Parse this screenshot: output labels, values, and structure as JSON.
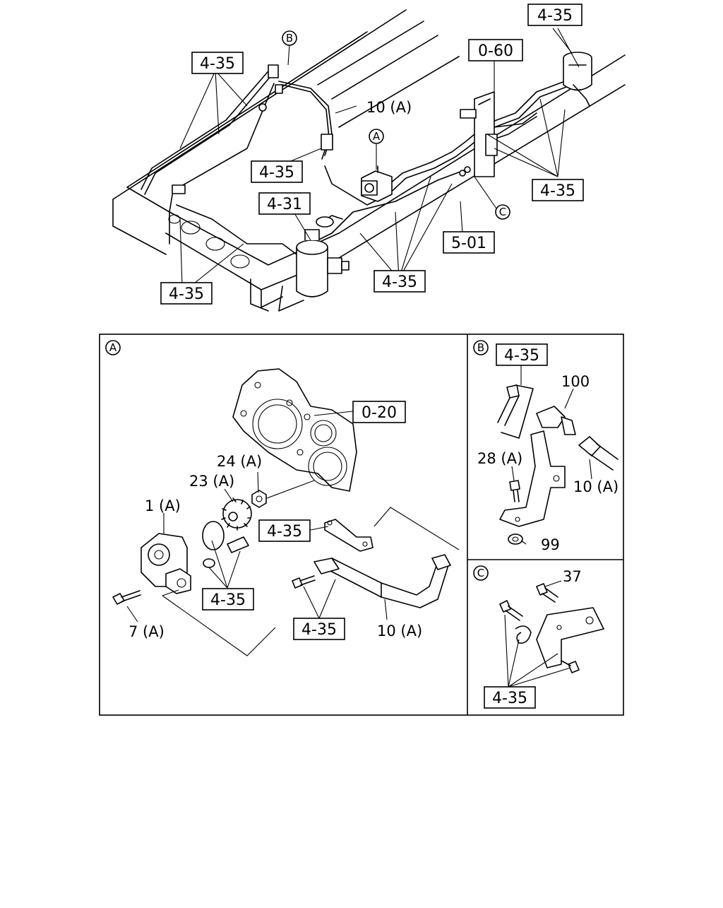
{
  "main": {
    "refs": [
      {
        "text": "4-35"
      },
      {
        "text": "4-35"
      },
      {
        "text": "4-35"
      },
      {
        "text": "4-31"
      },
      {
        "text": "4-35"
      },
      {
        "text": "0-60"
      },
      {
        "text": "4-35"
      },
      {
        "text": "4-35"
      },
      {
        "text": "5-01"
      }
    ],
    "labels": {
      "pipe": "10 (A)"
    },
    "callouts": {
      "a": "A",
      "b": "B",
      "c": "C"
    }
  },
  "panel_a": {
    "marker": "A",
    "refs": [
      {
        "text": "0-20"
      },
      {
        "text": "4-35"
      },
      {
        "text": "4-35"
      },
      {
        "text": "4-35"
      }
    ],
    "parts": [
      {
        "text": "24 (A)"
      },
      {
        "text": "23 (A)"
      },
      {
        "text": "1 (A)"
      },
      {
        "text": "7 (A)"
      },
      {
        "text": "10 (A)"
      }
    ]
  },
  "panel_b": {
    "marker": "B",
    "refs": [
      {
        "text": "4-35"
      }
    ],
    "parts": [
      {
        "text": "100"
      },
      {
        "text": "28 (A)"
      },
      {
        "text": "10 (A)"
      },
      {
        "text": "99"
      }
    ]
  },
  "panel_c": {
    "marker": "C",
    "refs": [
      {
        "text": "4-35"
      }
    ],
    "parts": [
      {
        "text": "37"
      }
    ]
  }
}
